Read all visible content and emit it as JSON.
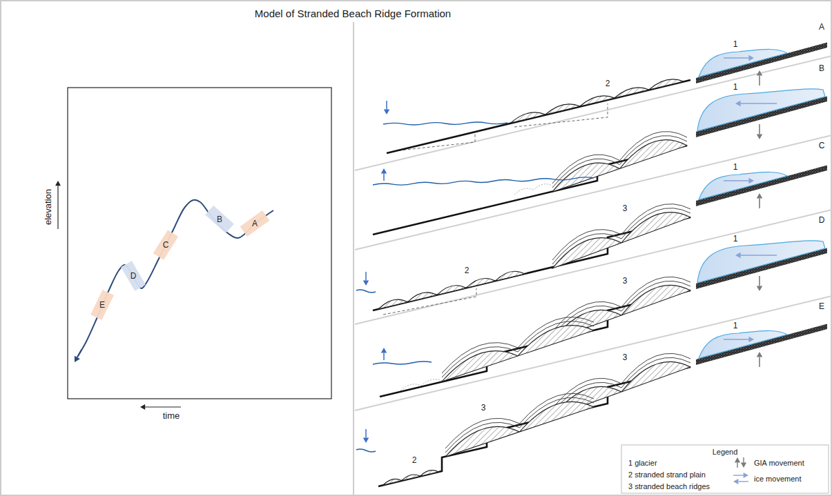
{
  "diagram": {
    "title": "Model of Stranded Beach Ridge Formation",
    "nodes": [
      {
        "text": [
          "A"
        ]
      },
      {
        "text": [
          "B"
        ]
      },
      {
        "text": [
          "C"
        ]
      },
      {
        "text": [
          "D"
        ]
      },
      {
        "text": [
          "E"
        ]
      }
    ],
    "labels": [
      "elevation",
      "time",
      "A",
      "1",
      "2",
      "B",
      "1",
      "C",
      "1",
      "3",
      "2",
      "D",
      "1",
      "3",
      "E",
      "1",
      "3",
      "3",
      "2",
      "Legend"
    ],
    "legend": [
      {
        "text": "1 glacier"
      },
      {
        "text": "2 stranded strand plain"
      },
      {
        "text": "3 stranded beach ridges"
      },
      {
        "text": "GIA movement"
      },
      {
        "text": "ice movement"
      }
    ]
  }
}
